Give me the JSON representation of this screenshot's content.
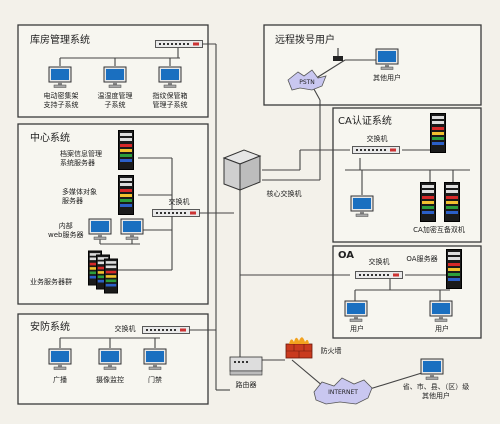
{
  "sections": {
    "warehouse": "库房管理系统",
    "remote": "远程拨号用户",
    "center": "中心系统",
    "ca": "CA认证系统",
    "oa": "OA",
    "security": "安防系统"
  },
  "labels": {
    "warehouse_pc1": "电动密集架\n支持子系统",
    "warehouse_pc2": "温湿度管理\n子系统",
    "warehouse_pc3": "指纹保管箱\n管理子系统",
    "pstn": "PSTN",
    "other_user": "其他用户",
    "archive_server": "档案信息管理\n系统服务器",
    "media_server": "多媒体对象\n服务器",
    "web_server": "内部\nweb服务器",
    "biz_cluster": "业务服务器群",
    "center_switch": "交换机",
    "core_switch": "核心交换机",
    "ca_switch": "交换机",
    "ca_hot_standby": "CA加密互备双机",
    "oa_switch": "交换机",
    "oa_server": "OA服务器",
    "oa_user1": "用户",
    "oa_user2": "用户",
    "sec_switch": "交换机",
    "broadcast": "广播",
    "camera": "摄像监控",
    "gate": "门禁",
    "firewall": "防火墙",
    "router": "路由器",
    "internet": "INTERNET",
    "gov_users": "省、市、县、（区）级\n其他用户"
  },
  "colors": {
    "monitor_screen": "#1a6fc0",
    "server_body": "#1a1a1a",
    "stripe_red": "#d62828",
    "stripe_yellow": "#f2c12e",
    "stripe_green": "#2c9e3c",
    "stripe_blue": "#2b5fc7",
    "firewall": "#c93a1e",
    "cloud_fill": "#c9c7f0"
  }
}
